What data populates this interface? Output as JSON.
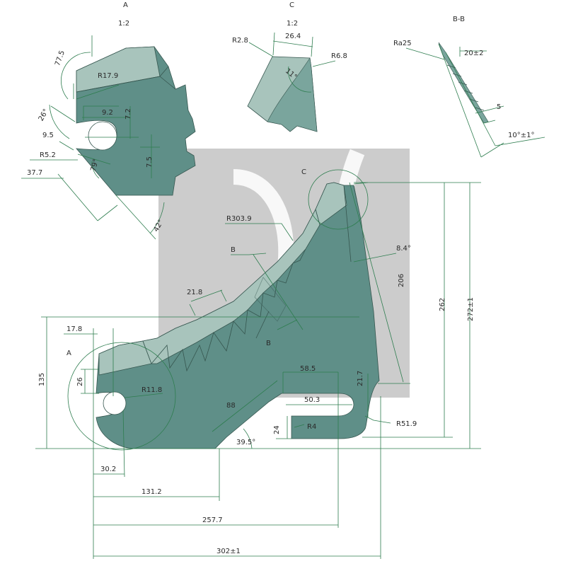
{
  "views": {
    "a": {
      "title": "A",
      "scale": "1:2"
    },
    "c": {
      "title": "C",
      "scale": "1:2"
    },
    "bb": {
      "title": "B-B"
    }
  },
  "dimensions": {
    "a_view": {
      "angle_top": "77.5",
      "radius": "R17.9",
      "angle_26": "26°",
      "d_9_2": "9.2",
      "d_7_2": "7.2",
      "d_9_5": "9.5",
      "r_5_2": "R5.2",
      "d_7_5": "7.5",
      "d_37_7": "37.7",
      "angle_79": "79°",
      "angle_42": "42°"
    },
    "c_view": {
      "r_2_8": "R2.8",
      "d_26_4": "26.4",
      "r_6_8": "R6.8",
      "angle_11": "11°"
    },
    "bb_view": {
      "ra": "Ra25",
      "d_20": "20±2",
      "d_5": "5",
      "angle_10": "10°±1°"
    },
    "main": {
      "c_callout": "C",
      "r_303_9": "R303.9",
      "b_top": "B",
      "angle_8_4": "8.4°",
      "d_206": "206",
      "d_21_8": "21.8",
      "d_262": "262",
      "d_272": "272±1",
      "d_17_8": "17.8",
      "b_bottom": "B",
      "a_callout": "A",
      "d_135": "135",
      "d_26": "26",
      "r_11_8": "R11.8",
      "d_58_5": "58.5",
      "d_21_7": "21.7",
      "d_88": "88",
      "d_50_3": "50.3",
      "d_24": "24",
      "r_4": "R4",
      "r_51_9": "R51.9",
      "angle_39_5": "39.5°",
      "d_30_2": "30.2",
      "d_131_2": "131.2",
      "d_257_7": "257.7",
      "d_302": "302±1"
    }
  }
}
